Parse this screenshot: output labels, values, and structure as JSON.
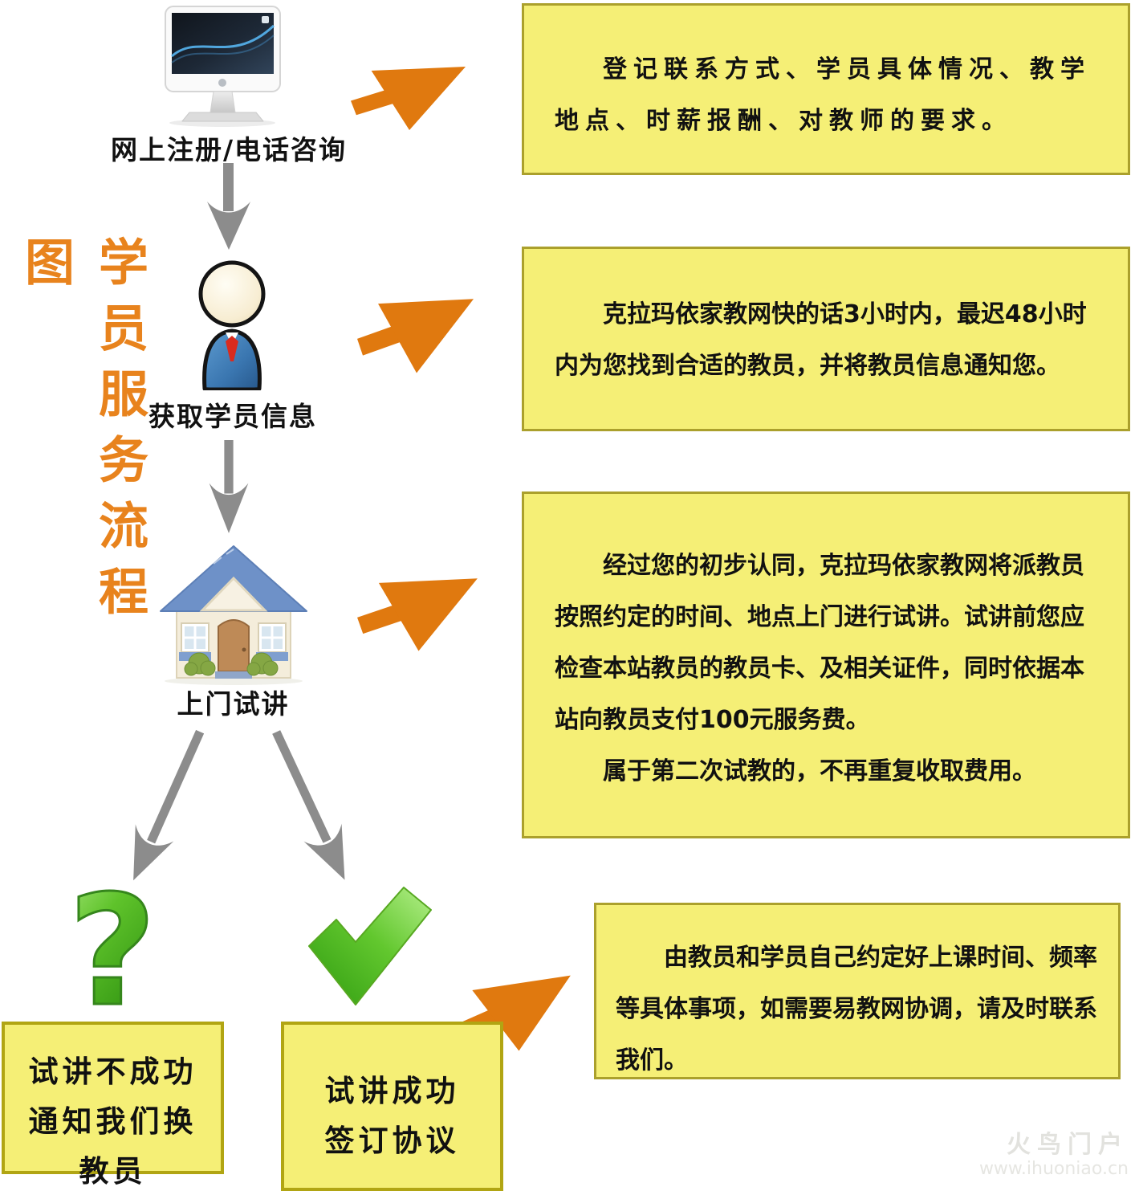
{
  "title": {
    "text": "学员服务流程图",
    "color": "#E8831D"
  },
  "steps": [
    {
      "label": "网上注册/电话咨询",
      "icon": "imac-computer-icon"
    },
    {
      "label": "获取学员信息",
      "icon": "person-icon"
    },
    {
      "label": "上门试讲",
      "icon": "house-icon"
    }
  ],
  "outcomes": {
    "fail": {
      "icon": "question-mark-icon",
      "lines": [
        "试讲不成功",
        "通知我们换",
        "教员"
      ]
    },
    "success": {
      "icon": "check-mark-icon",
      "lines": [
        "试讲成功",
        "签订协议"
      ]
    }
  },
  "notes": [
    {
      "text": "登记联系方式、学员具体情况、教学地点、时薪报酬、对教师的要求。"
    },
    {
      "text": "克拉玛依家教网快的话3小时内，最迟48小时内为您找到合适的教员，并将教员信息通知您。"
    },
    {
      "paragraphs": [
        "经过您的初步认同，克拉玛依家教网将派教员按照约定的时间、地点上门进行试讲。试讲前您应检查本站教员的教员卡、及相关证件，同时依据本站向教员支付100元服务费。",
        "属于第二次试教的，不再重复收取费用。"
      ]
    },
    {
      "text": "由教员和学员自己约定好上课时间、频率等具体事项，如需要易教网协调，请及时联系我们。"
    }
  ],
  "watermark": {
    "name": "火鸟门户",
    "url": "www.ihuoniao.cn"
  },
  "colors": {
    "note_fill": "#F5EF76",
    "note_border": "#ABA02C",
    "arrow_orange": "#E0790F",
    "arrow_gray": "#8C8C8C",
    "green": "#4CB81E",
    "title_orange": "#E8831D",
    "text": "#111111"
  }
}
